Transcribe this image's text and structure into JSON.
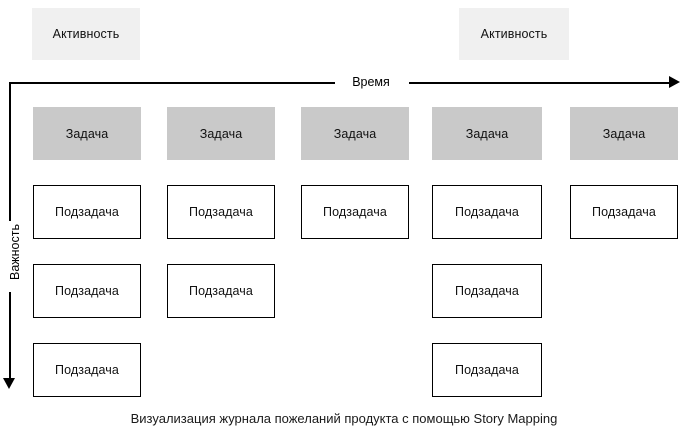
{
  "diagram": {
    "caption": "Визуализация журнала пожеланий продукта с помощью Story Mapping",
    "axes": {
      "horizontal": {
        "label": "Время",
        "arrow_icon": "arrow-right-icon",
        "direction": "right"
      },
      "vertical": {
        "label": "Важность",
        "arrow_icon": "arrow-down-icon",
        "direction": "down"
      }
    },
    "colors": {
      "activity_fill": "#f0f0f0",
      "task_fill": "#c9c9c9",
      "subtask_fill": "#ffffff",
      "stroke": "#000000",
      "background": "#ffffff"
    },
    "activities": [
      {
        "label": "Активность",
        "column": 1
      },
      {
        "label": "Активность",
        "column": 4
      }
    ],
    "tasks": [
      {
        "label": "Задача",
        "column": 1
      },
      {
        "label": "Задача",
        "column": 2
      },
      {
        "label": "Задача",
        "column": 3
      },
      {
        "label": "Задача",
        "column": 4
      },
      {
        "label": "Задача",
        "column": 5
      }
    ],
    "subtask_rows": [
      {
        "row": 1,
        "cells": [
          {
            "label": "Подзадача",
            "column": 1,
            "present": true
          },
          {
            "label": "Подзадача",
            "column": 2,
            "present": true
          },
          {
            "label": "Подзадача",
            "column": 3,
            "present": true
          },
          {
            "label": "Подзадача",
            "column": 4,
            "present": true
          },
          {
            "label": "Подзадача",
            "column": 5,
            "present": true
          }
        ]
      },
      {
        "row": 2,
        "cells": [
          {
            "label": "Подзадача",
            "column": 1,
            "present": true
          },
          {
            "label": "Подзадача",
            "column": 2,
            "present": true
          },
          {
            "label": "",
            "column": 3,
            "present": false
          },
          {
            "label": "Подзадача",
            "column": 4,
            "present": true
          },
          {
            "label": "",
            "column": 5,
            "present": false
          }
        ]
      },
      {
        "row": 3,
        "cells": [
          {
            "label": "Подзадача",
            "column": 1,
            "present": true
          },
          {
            "label": "",
            "column": 2,
            "present": false
          },
          {
            "label": "",
            "column": 3,
            "present": false
          },
          {
            "label": "Подзадача",
            "column": 4,
            "present": true
          },
          {
            "label": "",
            "column": 5,
            "present": false
          }
        ]
      }
    ]
  }
}
